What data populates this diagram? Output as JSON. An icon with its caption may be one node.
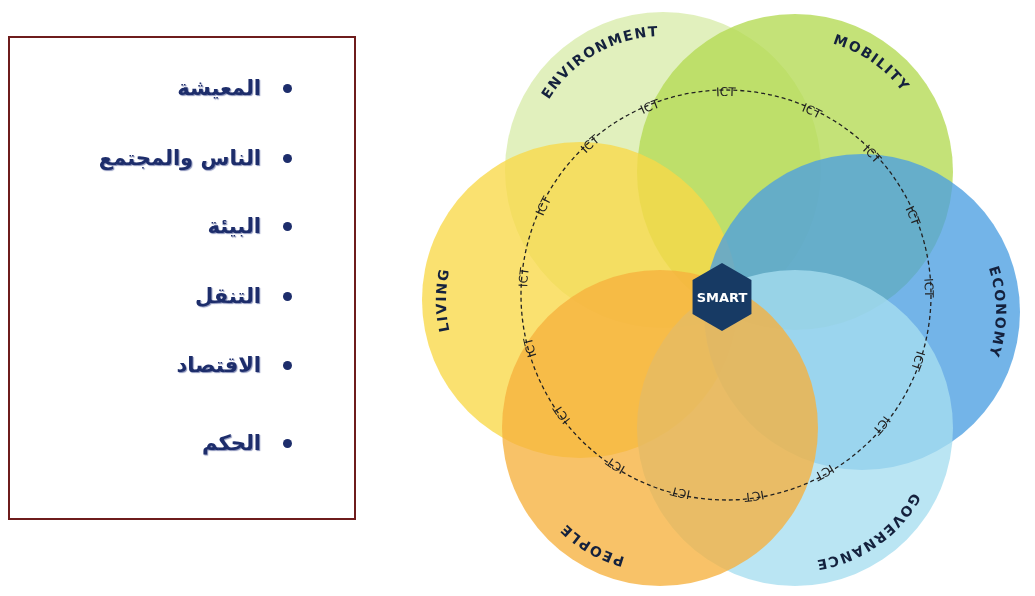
{
  "diagram": {
    "nodes": [
      {
        "text": [
          "المعيشة",
          "الناس والمجتمع",
          "البيئة",
          "التنقل",
          "الاقتصاد",
          "الحكم"
        ]
      },
      {
        "text": [
          "ENVIRONMENT"
        ]
      },
      {
        "text": [
          "MOBILITY"
        ]
      },
      {
        "text": [
          "ECONOMY"
        ]
      },
      {
        "text": [
          "GOVERNANCE"
        ]
      },
      {
        "text": [
          "PEOPLE"
        ]
      },
      {
        "text": [
          "LIVING"
        ]
      },
      {
        "text": [
          "SMART"
        ]
      }
    ],
    "labels": [
      "ICT",
      "ICT",
      "ICT",
      "ICT",
      "ICT",
      "ICT",
      "ICT",
      "ICT",
      "ICT",
      "ICT",
      "ICT",
      "ICT",
      "ICT",
      "ICT",
      "ICT",
      "ICT",
      "ICT"
    ]
  }
}
